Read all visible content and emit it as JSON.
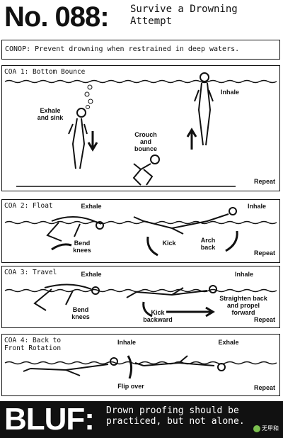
{
  "header": {
    "number": "No. 088:",
    "title": "Survive a Drowning Attempt"
  },
  "conop": "CONOP: Prevent drowning when restrained in deep waters.",
  "coa1": {
    "title": "COA 1: Bottom Bounce",
    "labels": {
      "exhale": "Exhale and sink",
      "crouch": "Crouch and bounce",
      "inhale": "Inhale",
      "repeat": "Repeat"
    }
  },
  "coa2": {
    "title": "COA 2: Float",
    "labels": {
      "exhale": "Exhale",
      "inhale": "Inhale",
      "bend": "Bend knees",
      "kick": "Kick",
      "arch": "Arch back",
      "repeat": "Repeat"
    }
  },
  "coa3": {
    "title": "COA 3: Travel",
    "labels": {
      "exhale": "Exhale",
      "inhale": "Inhale",
      "bend": "Bend knees",
      "kick": "Kick backward",
      "straighten": "Straighten back and propel forward",
      "repeat": "Repeat"
    }
  },
  "coa4": {
    "title": "COA 4: Back to Front Rotation",
    "labels": {
      "inhale": "Inhale",
      "exhale": "Exhale",
      "flip": "Flip over",
      "repeat": "Repeat"
    }
  },
  "bluf": {
    "word": "BLUF:",
    "text": "Drown proofing should be practiced, but not alone."
  },
  "watermark": "无甲和"
}
